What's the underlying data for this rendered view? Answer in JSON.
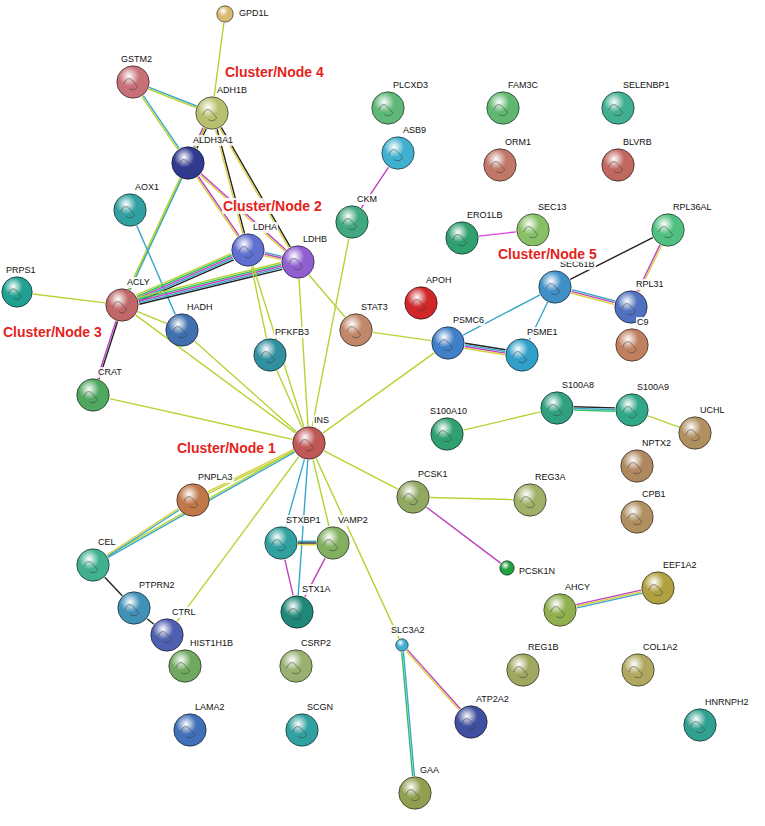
{
  "diagram": {
    "nodes": [
      {
        "text": [
          "GPD1L"
        ]
      },
      {
        "text": [
          "GSTM2"
        ]
      },
      {
        "text": [
          "ADH1B"
        ]
      },
      {
        "text": [
          "PLCXD3"
        ]
      },
      {
        "text": [
          "FAM3C"
        ]
      },
      {
        "text": [
          "SELENBP1"
        ]
      },
      {
        "text": [
          "ALDH3A1"
        ]
      },
      {
        "text": [
          "ASB9"
        ]
      },
      {
        "text": [
          "ORM1"
        ]
      },
      {
        "text": [
          "BLVRB"
        ]
      },
      {
        "text": [
          "AOX1"
        ]
      },
      {
        "text": [
          "CKM"
        ]
      },
      {
        "text": [
          "ERO1LB"
        ]
      },
      {
        "text": [
          "SEC13"
        ]
      },
      {
        "text": [
          "RPL36AL"
        ]
      },
      {
        "text": [
          "LDHA"
        ]
      },
      {
        "text": [
          "LDHB"
        ]
      },
      {
        "text": [
          "APOH"
        ]
      },
      {
        "text": [
          "PRPS1"
        ]
      },
      {
        "text": [
          "ACLY"
        ]
      },
      {
        "text": [
          "SEC61B"
        ]
      },
      {
        "text": [
          "RPL31"
        ]
      },
      {
        "text": [
          "HADH"
        ]
      },
      {
        "text": [
          "PFKFB3"
        ]
      },
      {
        "text": [
          "STAT3"
        ]
      },
      {
        "text": [
          "PSMC6"
        ]
      },
      {
        "text": [
          "PSME1"
        ]
      },
      {
        "text": [
          "C9"
        ]
      },
      {
        "text": [
          "CRAT"
        ]
      },
      {
        "text": [
          "S100A8"
        ]
      },
      {
        "text": [
          "S100A9"
        ]
      },
      {
        "text": [
          "UCHL"
        ]
      },
      {
        "text": [
          "S100A10"
        ]
      },
      {
        "text": [
          "INS"
        ]
      },
      {
        "text": [
          "NPTX2"
        ]
      },
      {
        "text": [
          "PNPLA3"
        ]
      },
      {
        "text": [
          "PCSK1"
        ]
      },
      {
        "text": [
          "REG3A"
        ]
      },
      {
        "text": [
          "CPB1"
        ]
      },
      {
        "text": [
          "CEL"
        ]
      },
      {
        "text": [
          "STXBP1"
        ]
      },
      {
        "text": [
          "VAMP2"
        ]
      },
      {
        "text": [
          "PCSK1N"
        ]
      },
      {
        "text": [
          "PTPRN2"
        ]
      },
      {
        "text": [
          "CTRL"
        ]
      },
      {
        "text": [
          "STX1A"
        ]
      },
      {
        "text": [
          "AHCY"
        ]
      },
      {
        "text": [
          "EEF1A2"
        ]
      },
      {
        "text": [
          "HIST1H1B"
        ]
      },
      {
        "text": [
          "CSRP2"
        ]
      },
      {
        "text": [
          "SLC3A2"
        ]
      },
      {
        "text": [
          "REG1B"
        ]
      },
      {
        "text": [
          "COL1A2"
        ]
      },
      {
        "text": [
          "ATP2A2"
        ]
      },
      {
        "text": [
          "LAMA2"
        ]
      },
      {
        "text": [
          "SCGN"
        ]
      },
      {
        "text": [
          "HNRNPH2"
        ]
      },
      {
        "text": [
          "GAA"
        ]
      }
    ],
    "edges": [
      {
        "from": 0,
        "to": 2,
        "arrow": "none"
      },
      {
        "from": 1,
        "to": 2,
        "arrow": "none"
      },
      {
        "from": 1,
        "to": 6,
        "arrow": "none"
      },
      {
        "from": 2,
        "to": 6,
        "arrow": "none"
      },
      {
        "from": 2,
        "to": 15,
        "arrow": "none"
      },
      {
        "from": 2,
        "to": 16,
        "arrow": "none"
      },
      {
        "from": 2,
        "to": 19,
        "arrow": "none"
      },
      {
        "from": 6,
        "to": 19,
        "arrow": "none"
      },
      {
        "from": 6,
        "to": 15,
        "arrow": "none"
      },
      {
        "from": 6,
        "to": 16,
        "arrow": "none"
      },
      {
        "from": 10,
        "to": 22,
        "arrow": "none"
      },
      {
        "from": 7,
        "to": 11,
        "arrow": "none"
      },
      {
        "from": 11,
        "to": 33,
        "arrow": "none"
      },
      {
        "from": 15,
        "to": 16,
        "arrow": "none"
      },
      {
        "from": 15,
        "to": 19,
        "arrow": "none"
      },
      {
        "from": 16,
        "to": 19,
        "arrow": "none"
      },
      {
        "from": 16,
        "to": 24,
        "arrow": "none"
      },
      {
        "from": 15,
        "to": 23,
        "arrow": "none"
      },
      {
        "from": 15,
        "to": 33,
        "arrow": "none"
      },
      {
        "from": 16,
        "to": 33,
        "arrow": "none"
      },
      {
        "from": 18,
        "to": 19,
        "arrow": "none"
      },
      {
        "from": 19,
        "to": 22,
        "arrow": "none"
      },
      {
        "from": 19,
        "to": 28,
        "arrow": "none"
      },
      {
        "from": 19,
        "to": 33,
        "arrow": "none"
      },
      {
        "from": 22,
        "to": 33,
        "arrow": "none"
      },
      {
        "from": 28,
        "to": 33,
        "arrow": "none"
      },
      {
        "from": 24,
        "to": 25,
        "arrow": "none"
      },
      {
        "from": 25,
        "to": 26,
        "arrow": "none"
      },
      {
        "from": 25,
        "to": 20,
        "arrow": "none"
      },
      {
        "from": 25,
        "to": 33,
        "arrow": "none"
      },
      {
        "from": 20,
        "to": 14,
        "arrow": "none"
      },
      {
        "from": 20,
        "to": 21,
        "arrow": "none"
      },
      {
        "from": 20,
        "to": 26,
        "arrow": "none"
      },
      {
        "from": 14,
        "to": 21,
        "arrow": "none"
      },
      {
        "from": 12,
        "to": 13,
        "arrow": "none"
      },
      {
        "from": 29,
        "to": 30,
        "arrow": "none"
      },
      {
        "from": 32,
        "to": 29,
        "arrow": "none"
      },
      {
        "from": 30,
        "to": 31,
        "arrow": "none"
      },
      {
        "from": 33,
        "to": 36,
        "arrow": "none"
      },
      {
        "from": 36,
        "to": 37,
        "arrow": "none"
      },
      {
        "from": 36,
        "to": 42,
        "arrow": "none"
      },
      {
        "from": 33,
        "to": 35,
        "arrow": "none"
      },
      {
        "from": 33,
        "to": 39,
        "arrow": "none"
      },
      {
        "from": 33,
        "to": 44,
        "arrow": "none"
      },
      {
        "from": 35,
        "to": 39,
        "arrow": "none"
      },
      {
        "from": 39,
        "to": 43,
        "arrow": "none"
      },
      {
        "from": 43,
        "to": 44,
        "arrow": "none"
      },
      {
        "from": 33,
        "to": 40,
        "arrow": "none"
      },
      {
        "from": 33,
        "to": 41,
        "arrow": "none"
      },
      {
        "from": 33,
        "to": 45,
        "arrow": "none"
      },
      {
        "from": 40,
        "to": 41,
        "arrow": "none"
      },
      {
        "from": 40,
        "to": 45,
        "arrow": "none"
      },
      {
        "from": 41,
        "to": 45,
        "arrow": "none"
      },
      {
        "from": 33,
        "to": 50,
        "arrow": "none"
      },
      {
        "from": 50,
        "to": 53,
        "arrow": "none"
      },
      {
        "from": 50,
        "to": 57,
        "arrow": "none"
      },
      {
        "from": 46,
        "to": 47,
        "arrow": "none"
      },
      {
        "from": 33,
        "to": 23,
        "arrow": "none"
      }
    ],
    "labels": [
      "Cluster/Node 4",
      "Cluster/Node 2",
      "Cluster/Node 5",
      "Cluster/Node 3",
      "Cluster/Node 1"
    ]
  }
}
